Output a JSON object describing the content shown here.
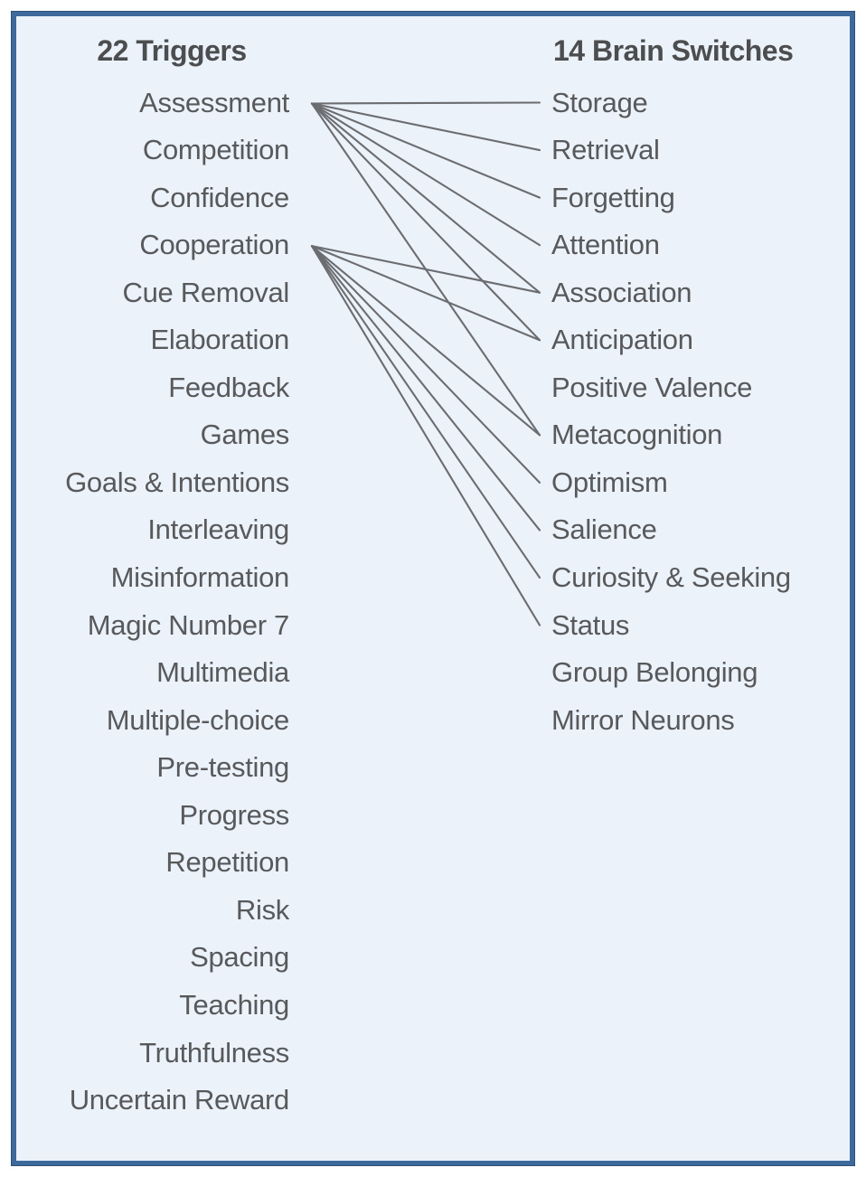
{
  "diagram": {
    "left_column": {
      "header": "22 Triggers",
      "items": [
        "Assessment",
        "Competition",
        "Confidence",
        "Cooperation",
        "Cue Removal",
        "Elaboration",
        "Feedback",
        "Games",
        "Goals & Intentions",
        "Interleaving",
        "Misinformation",
        "Magic Number 7",
        "Multimedia",
        "Multiple-choice",
        "Pre-testing",
        "Progress",
        "Repetition",
        "Risk",
        "Spacing",
        "Teaching",
        "Truthfulness",
        "Uncertain Reward"
      ]
    },
    "right_column": {
      "header": "14 Brain Switches",
      "items": [
        "Storage",
        "Retrieval",
        "Forgetting",
        "Attention",
        "Association",
        "Anticipation",
        "Positive Valence",
        "Metacognition",
        "Optimism",
        "Salience",
        "Curiosity & Seeking",
        "Status",
        "Group Belonging",
        "Mirror Neurons"
      ]
    },
    "connections": [
      {
        "from": "Assessment",
        "to": [
          "Storage",
          "Retrieval",
          "Forgetting",
          "Attention",
          "Association",
          "Anticipation",
          "Metacognition"
        ]
      },
      {
        "from": "Cooperation",
        "to": [
          "Association",
          "Anticipation",
          "Metacognition",
          "Optimism",
          "Salience",
          "Curiosity & Seeking",
          "Status"
        ]
      }
    ],
    "colors": {
      "background": "#ecf2fa",
      "border": "#3e699c",
      "header_text": "#4c4d4f",
      "text": "#58595b",
      "line": "#6b6d70"
    }
  }
}
